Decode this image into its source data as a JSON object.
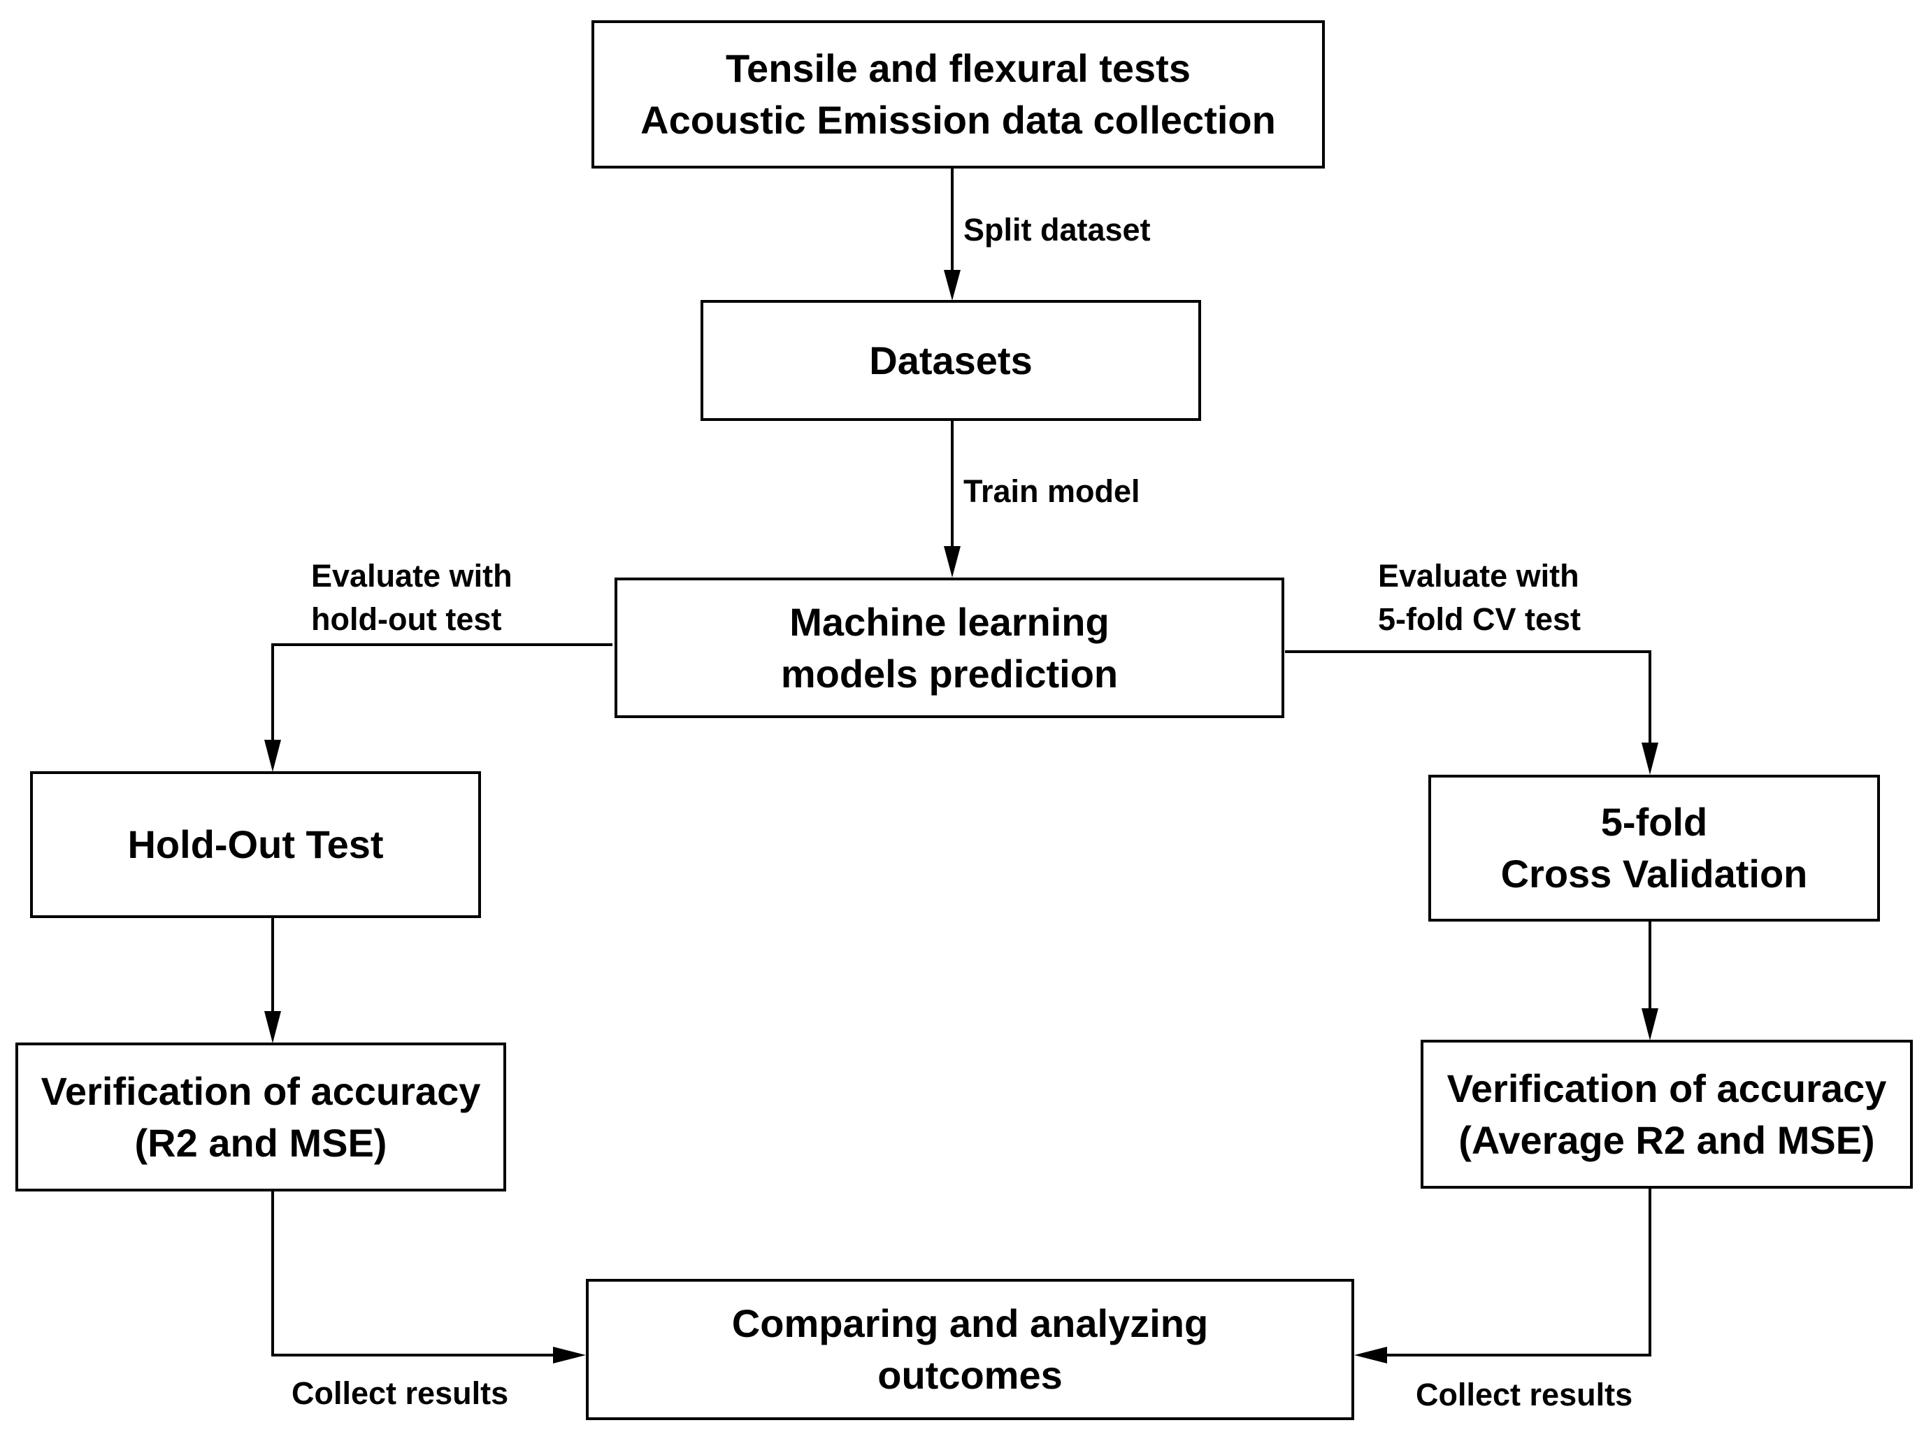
{
  "nodes": {
    "collection": {
      "lines": [
        "Tensile and flexural tests",
        "Acoustic Emission data collection"
      ]
    },
    "datasets": {
      "lines": [
        "Datasets"
      ]
    },
    "ml": {
      "lines": [
        "Machine learning",
        "models prediction"
      ]
    },
    "holdout": {
      "lines": [
        "Hold-Out Test"
      ]
    },
    "cv": {
      "lines": [
        "5-fold",
        "Cross Validation"
      ]
    },
    "verify_holdout": {
      "lines": [
        "Verification of accuracy",
        "(R2 and MSE)"
      ]
    },
    "verify_cv": {
      "lines": [
        "Verification of accuracy",
        "(Average R2 and MSE)"
      ]
    },
    "compare": {
      "lines": [
        "Comparing and analyzing",
        "outcomes"
      ]
    }
  },
  "edges": {
    "split": {
      "lines": [
        "Split dataset"
      ]
    },
    "train": {
      "lines": [
        "Train model"
      ]
    },
    "eval_holdout": {
      "lines": [
        "Evaluate with",
        "hold-out test"
      ]
    },
    "eval_cv": {
      "lines": [
        "Evaluate with",
        "5-fold CV test"
      ]
    },
    "collect_left": {
      "lines": [
        "Collect results"
      ]
    },
    "collect_right": {
      "lines": [
        "Collect results"
      ]
    }
  },
  "colors": {
    "stroke": "#000000",
    "background": "#ffffff"
  }
}
